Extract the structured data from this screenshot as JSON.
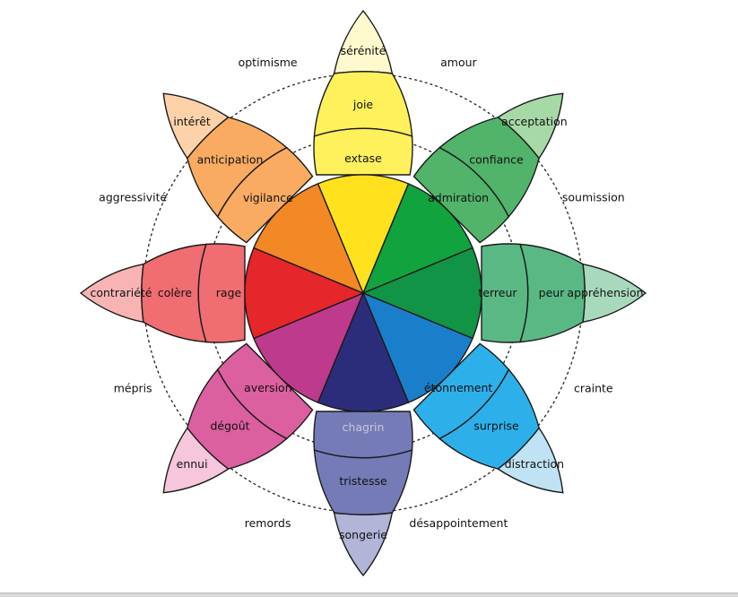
{
  "petals": [
    {
      "id": "joy",
      "colors": [
        "#fffacd",
        "#fff15c",
        "#ffe21d"
      ],
      "labels": [
        "sérénité",
        "joie",
        "extase"
      ]
    },
    {
      "id": "trust",
      "colors": [
        "#a7d9a7",
        "#52b36b",
        "#11a33d"
      ],
      "labels": [
        "acceptation",
        "confiance",
        "admiration"
      ]
    },
    {
      "id": "fear",
      "colors": [
        "#a9d9bd",
        "#5ab885",
        "#119446"
      ],
      "labels": [
        "appréhension",
        "peur",
        "terreur"
      ]
    },
    {
      "id": "surprise",
      "colors": [
        "#bfe2f4",
        "#2db0ea",
        "#1a7fcb"
      ],
      "labels": [
        "distraction",
        "surprise",
        "étonnement"
      ]
    },
    {
      "id": "sadness",
      "colors": [
        "#b2b5d8",
        "#747bb7",
        "#2c2d7a"
      ],
      "labels": [
        "songerie",
        "tristesse",
        "chagrin"
      ]
    },
    {
      "id": "disgust",
      "colors": [
        "#f5c6dc",
        "#dc5fa0",
        "#be3a8c"
      ],
      "labels": [
        "ennui",
        "dégoût",
        "aversion"
      ]
    },
    {
      "id": "anger",
      "colors": [
        "#f8b4b3",
        "#f06d72",
        "#e5262a"
      ],
      "labels": [
        "contrariété",
        "colère",
        "rage"
      ]
    },
    {
      "id": "anticipation",
      "colors": [
        "#fdd2a9",
        "#f9ab61",
        "#f28924"
      ],
      "labels": [
        "intérêt",
        "anticipation",
        "vigilance"
      ]
    }
  ],
  "dyads": [
    "amour",
    "soumission",
    "crainte",
    "désappointement",
    "remords",
    "mépris",
    "aggressivité",
    "optimisme"
  ]
}
